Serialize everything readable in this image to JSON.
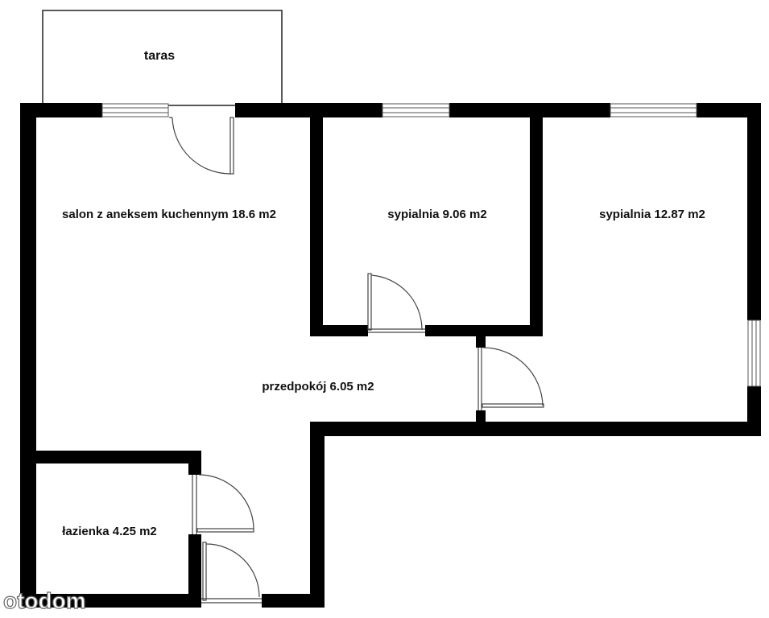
{
  "rooms": {
    "terrace": "taras",
    "living": "salon z aneksem kuchennym 18.6 m2",
    "bedroom_small": "sypialnia 9.06 m2",
    "bedroom_large": "sypialnia 12.87 m2",
    "hallway": "przedpokój 6.05 m2",
    "bathroom": "łazienka 4.25 m2"
  },
  "watermark": "otodom",
  "colors": {
    "wall": "#000000",
    "line": "#555555",
    "background": "#ffffff"
  }
}
